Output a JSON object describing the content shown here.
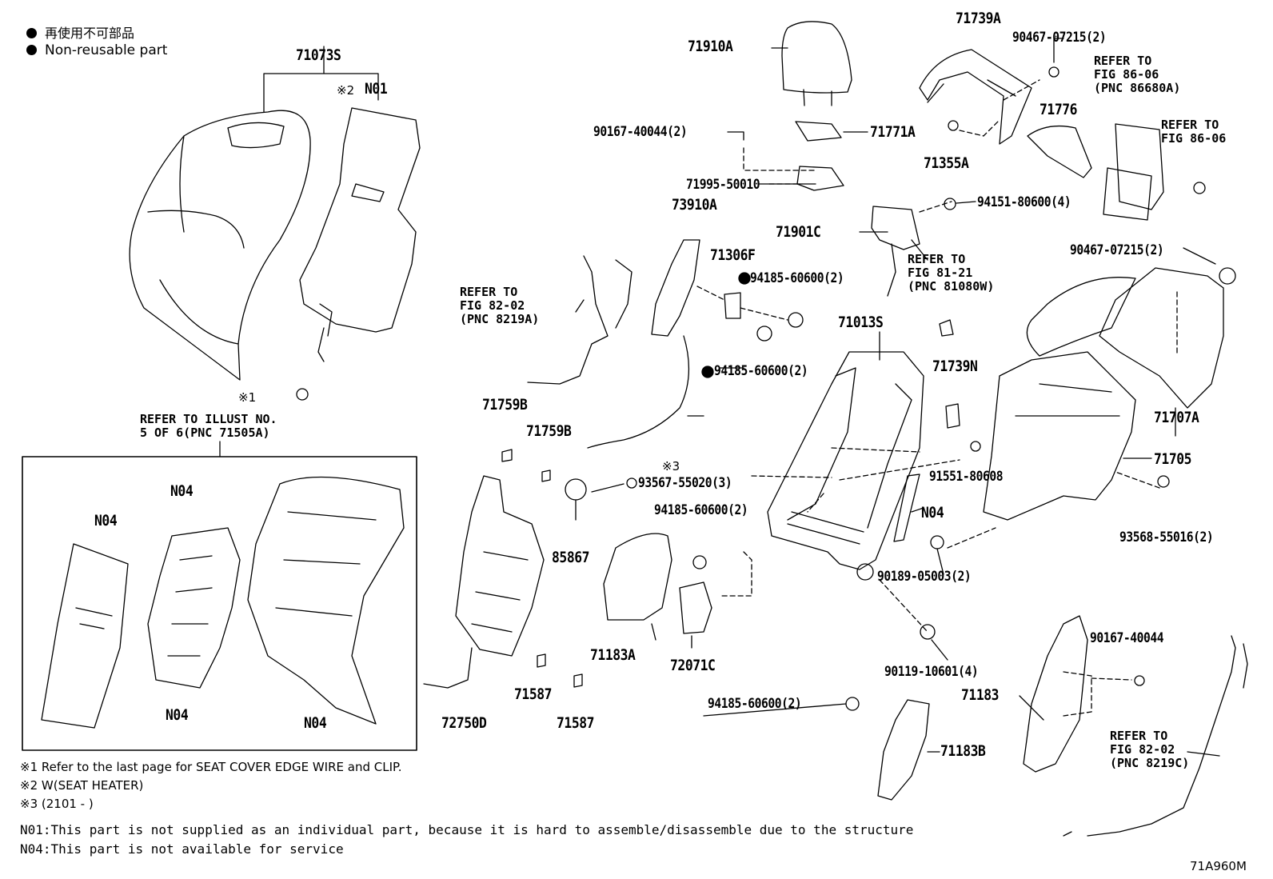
{
  "legend": {
    "nonreusable_jp": "再使用不可部品",
    "nonreusable_en": "Non-reusable part"
  },
  "parts": {
    "p71073S": "71073S",
    "mark2": "※2",
    "pN01": "N01",
    "mark1": "※1",
    "p71910A": "71910A",
    "p90167_40044_2": "90167-40044(2)",
    "p71771A": "71771A",
    "p71995_50010": "71995-50010",
    "p73910A": "73910A",
    "p71739A": "71739A",
    "p90467_07215_2a": "90467-07215(2)",
    "p71355A": "71355A",
    "p71776": "71776",
    "p94151_80600_4": "94151-80600(4)",
    "p71901C": "71901C",
    "p71306F": "71306F",
    "p94185_60600_2a": "94185-60600(2)",
    "p94185_60600_2b": "94185-60600(2)",
    "p71013S": "71013S",
    "p71739N": "71739N",
    "p90467_07215_2b": "90467-07215(2)",
    "p71707A": "71707A",
    "p71705": "71705",
    "p71759B_a": "71759B",
    "p71759B_b": "71759B",
    "mark3": "※3",
    "p93567_55020_3": "93567-55020(3)",
    "p85867": "85867",
    "p91551_80608": "91551-80608",
    "p94185_60600_2c": "94185-60600(2)",
    "pN04_r": "N04",
    "p93568_55016_2": "93568-55016(2)",
    "p90189_05003_2": "90189-05003(2)",
    "p71183A": "71183A",
    "p72071C": "72071C",
    "p90119_10601_4": "90119-10601(4)",
    "p90167_40044": "90167-40044",
    "p71587_a": "71587",
    "p71587_b": "71587",
    "p72750D": "72750D",
    "p94185_60600_2d": "94185-60600(2)",
    "p71183": "71183",
    "p71183B": "71183B",
    "pN04_a": "N04",
    "pN04_b": "N04",
    "pN04_c": "N04",
    "pN04_d": "N04"
  },
  "refs": {
    "ref_86680A": "REFER TO\nFIG 86-06\n(PNC 86680A)",
    "ref_86_06": "REFER TO\nFIG 86-06",
    "ref_81080W": "REFER TO\nFIG 81-21\n(PNC 81080W)",
    "ref_8219A": "REFER TO\nFIG 82-02\n(PNC 8219A)",
    "ref_71505A": "REFER TO ILLUST NO.\n5 OF 6(PNC 71505A)",
    "ref_8219C": "REFER TO\nFIG 82-02\n(PNC 8219C)"
  },
  "footnotes": {
    "f1": "※1 Refer to the last page for SEAT COVER EDGE WIRE and CLIP.",
    "f2": "※2 W(SEAT HEATER)",
    "f3": "※3 (2101 -     )",
    "n01": "N01:This part is not supplied as an individual part, because it is hard to assemble/disassemble due to the structure",
    "n04": "N04:This part is not available for service"
  },
  "figure_id": "71A960M"
}
